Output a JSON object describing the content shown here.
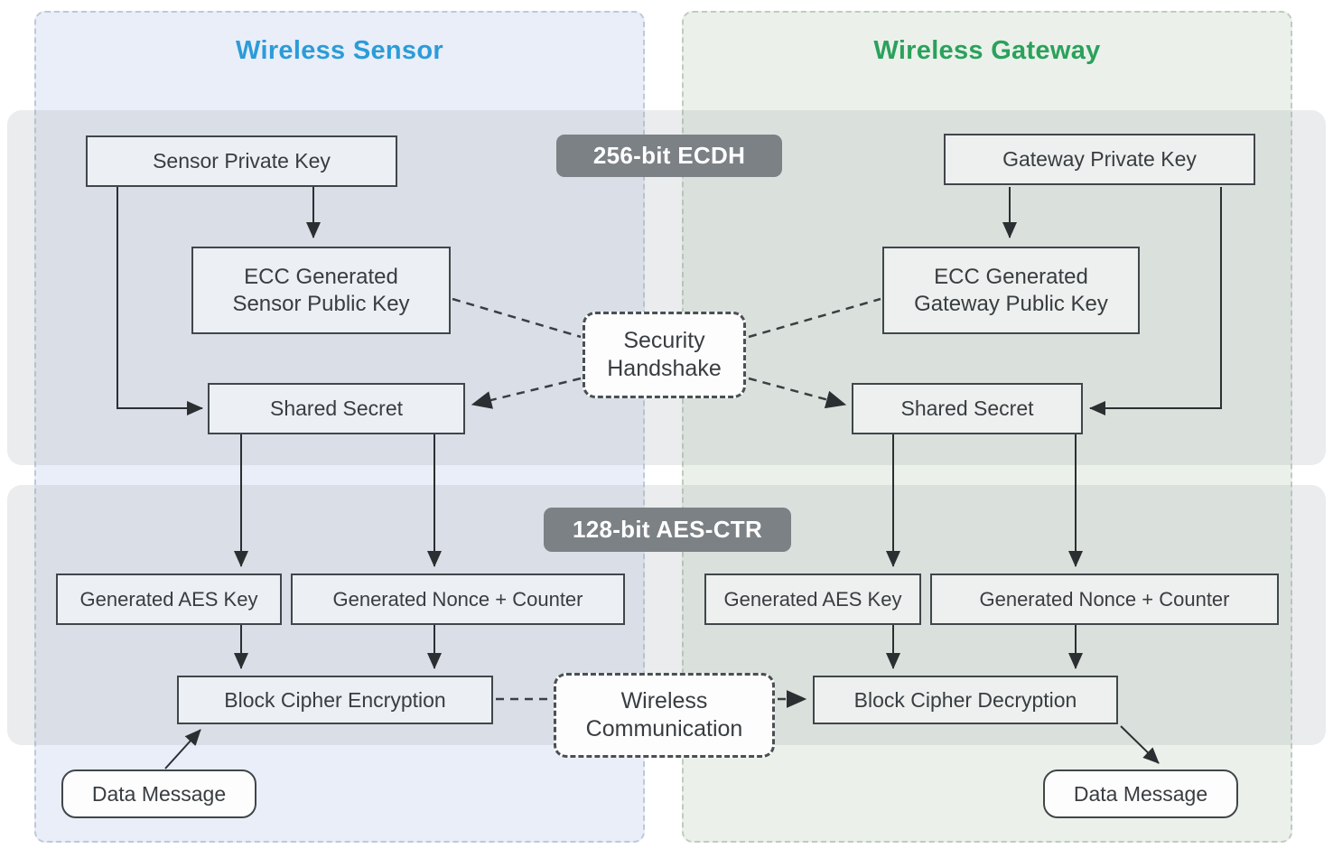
{
  "diagram": {
    "left_panel": {
      "title": "Wireless Sensor",
      "title_color": "#2b9cd8",
      "nodes": {
        "private_key": "Sensor Private Key",
        "ecc_line1": "ECC Generated",
        "ecc_line2": "Sensor Public Key",
        "shared_secret": "Shared Secret",
        "aes_key": "Generated AES Key",
        "nonce": "Generated Nonce + Counter",
        "cipher": "Block Cipher Encryption",
        "data_message": "Data Message"
      }
    },
    "right_panel": {
      "title": "Wireless Gateway",
      "title_color": "#2ba15c",
      "nodes": {
        "private_key": "Gateway Private Key",
        "ecc_line1": "ECC Generated",
        "ecc_line2": "Gateway Public Key",
        "shared_secret": "Shared Secret",
        "aes_key": "Generated AES Key",
        "nonce": "Generated Nonce + Counter",
        "cipher": "Block Cipher Decryption",
        "data_message": "Data Message"
      }
    },
    "badges": {
      "ecdh": "256-bit ECDH",
      "aes_ctr": "128-bit AES-CTR",
      "bg_color": "#7c8186"
    },
    "center": {
      "handshake_line1": "Security",
      "handshake_line2": "Handshake",
      "comm_line1": "Wireless",
      "comm_line2": "Communication"
    },
    "colors": {
      "left_panel_bg": "#e9eef8",
      "right_panel_bg": "#ebf1ea",
      "section_band_overlay": "rgba(158,167,172,0.22)",
      "box_border": "#40464a",
      "arrow": "#2b2f32"
    }
  }
}
